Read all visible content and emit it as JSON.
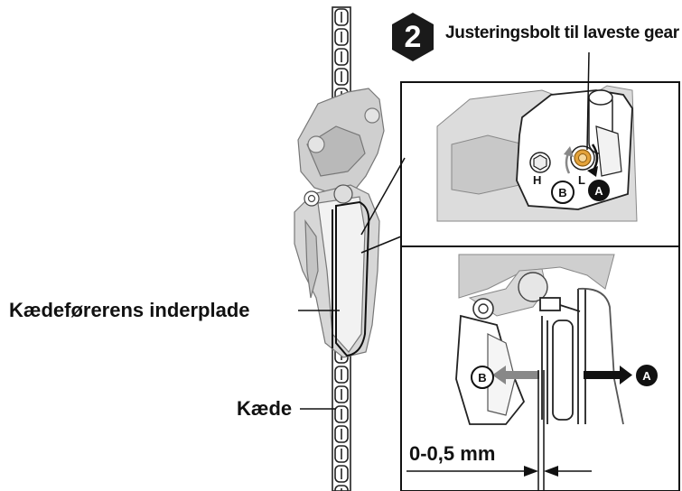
{
  "step": {
    "number": "2",
    "title": "Justeringsbolt til laveste gear"
  },
  "labels": {
    "inner_plate": "Kædeførerens inderplade",
    "chain": "Kæde",
    "clearance": "0-0,5 mm"
  },
  "detail_top": {
    "letter_high": "H",
    "letter_low": "L",
    "marker_a": "A",
    "marker_b": "B"
  },
  "detail_bottom": {
    "marker_a": "A",
    "marker_b": "B"
  },
  "colors": {
    "bolt": "#e3a23a",
    "arrow_gray": "#888888",
    "shading": "#c8c8c8",
    "line": "#111111"
  }
}
